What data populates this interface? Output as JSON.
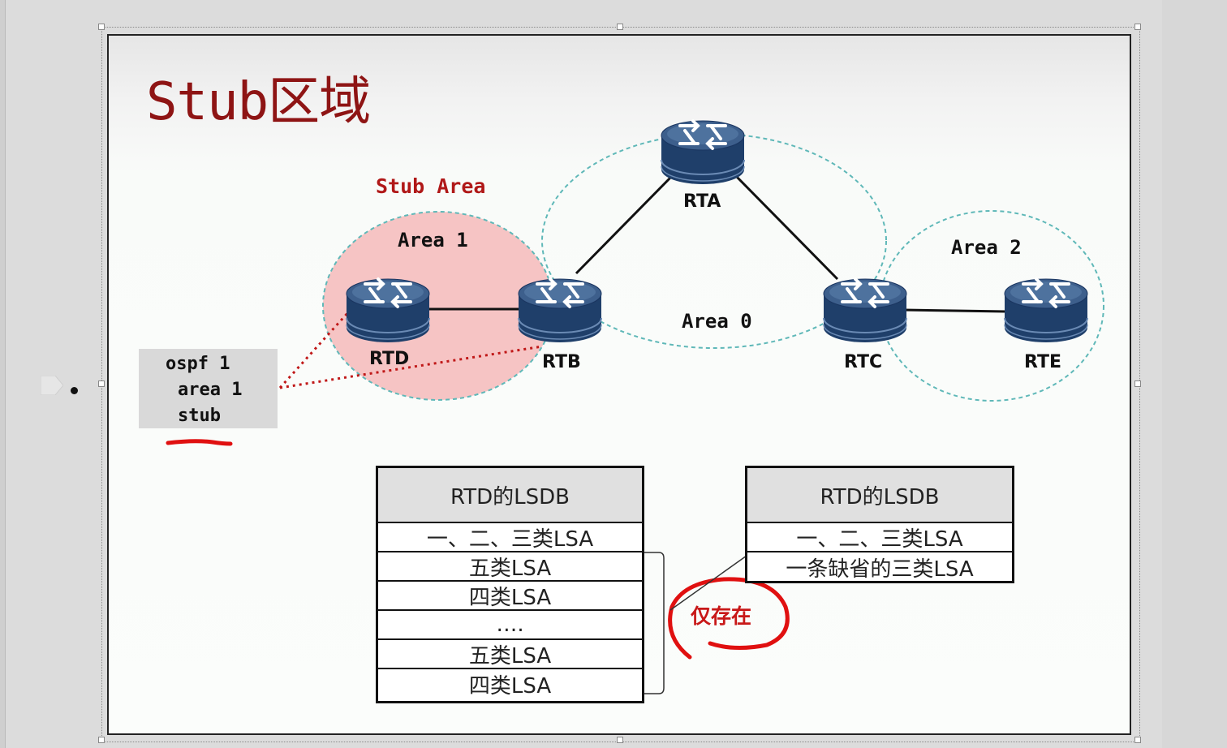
{
  "slide": {
    "title": "Stub区域"
  },
  "diagram": {
    "stub_area_label": "Stub Area",
    "areas": [
      {
        "id": "area1",
        "label": "Area 1"
      },
      {
        "id": "area0",
        "label": "Area 0"
      },
      {
        "id": "area2",
        "label": "Area 2"
      }
    ],
    "routers": [
      {
        "id": "rta",
        "label": "RTA"
      },
      {
        "id": "rtb",
        "label": "RTB"
      },
      {
        "id": "rtc",
        "label": "RTC"
      },
      {
        "id": "rtd",
        "label": "RTD"
      },
      {
        "id": "rte",
        "label": "RTE"
      }
    ],
    "config": [
      "ospf 1",
      "area 1",
      "stub"
    ]
  },
  "tables": {
    "left": {
      "header": "RTD的LSDB",
      "rows": [
        "一、二、三类LSA",
        "五类LSA",
        "四类LSA",
        "….",
        "五类LSA",
        "四类LSA"
      ]
    },
    "right": {
      "header": "RTD的LSDB",
      "rows": [
        "一、二、三类LSA",
        "一条缺省的三类LSA"
      ]
    }
  },
  "annotations": {
    "only_exists": "仅存在"
  },
  "colors": {
    "title": "#8e1414",
    "stub_area_fill": "#f6c4c4",
    "area_border": "#5fb8b8",
    "router_body": "#2f4f7a",
    "pen_red": "#e01010"
  }
}
